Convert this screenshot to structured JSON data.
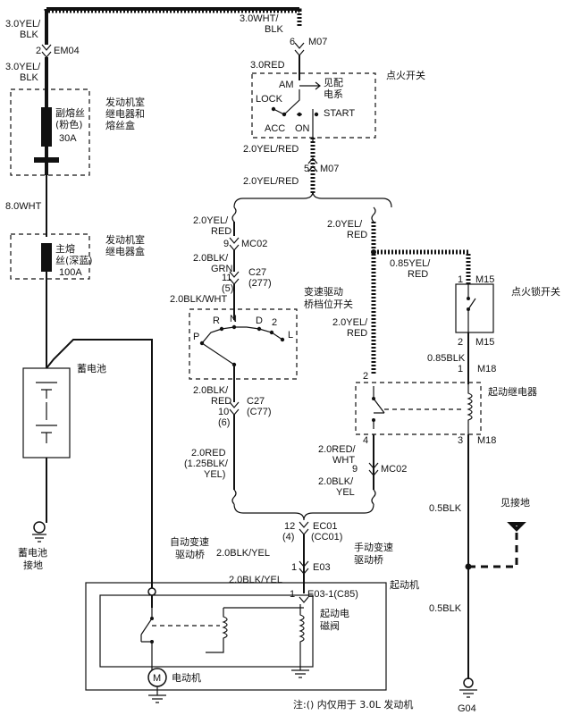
{
  "labels": {
    "w_top_left_1": "3.0YEL/",
    "w_top_left_2": "BLK",
    "em04_pin": "2",
    "em04": "EM04",
    "w_left_2a": "3.0YEL/",
    "w_left_2b": "BLK",
    "fusebox_title_1": "发动机室",
    "fusebox_title_2": "继电器和",
    "fusebox_title_3": "熔丝盒",
    "subfuse_1": "副熔丝",
    "subfuse_2": "(粉色)",
    "subfuse_3": "30A",
    "w_8wht": "8.0WHT",
    "relaybox_1": "发动机室",
    "relaybox_2": "继电器盒",
    "mainfuse_1": "主熔",
    "mainfuse_2": "丝(深蓝)",
    "mainfuse_3": "100A",
    "battery": "蓄电池",
    "battery_ground_1": "蓄电池",
    "battery_ground_2": "接地",
    "w_top_mid_1": "3.0WHT/",
    "w_top_mid_2": "BLK",
    "m07_pin_top": "6",
    "m07_top": "M07",
    "w_30red": "3.0RED",
    "ign_am": "AM",
    "ign_see_1": "见配",
    "ign_see_2": "电系",
    "ign_lock": "LOCK",
    "ign_start": "START",
    "ign_acc": "ACC",
    "ign_on": "ON",
    "ign_switch": "点火开关",
    "w_20yelred_1": "2.0YEL/RED",
    "m07_pin_bot": "5",
    "m07_bot": "M07",
    "w_20yelred_2": "2.0YEL/RED",
    "w_l_yelred_1": "2.0YEL/",
    "w_l_yelred_2": "RED",
    "mc02_pin_l": "9",
    "mc02_l": "MC02",
    "w_blkgrn_1": "2.0BLK/",
    "w_blkgrn_2": "GRN",
    "c27_pin": "11",
    "c27": "C27",
    "c27_alt_pin": "(5)",
    "c27_alt": "(277)",
    "w_blkwht": "2.0BLK/WHT",
    "tr_title_1": "变速驱动",
    "tr_title_2": "桥档位开关",
    "tr_p": "P",
    "tr_r": "R",
    "tr_n": "N",
    "tr_d": "D",
    "tr_2": "2",
    "tr_l": "L",
    "w_blkred_1": "2.0BLK/",
    "w_blkred_2": "RED",
    "c27b": "C27",
    "c27b_pin": "10",
    "c77": "(C77)",
    "c77_pin": "(6)",
    "w_20red": "2.0RED",
    "w_125blk": "(1.25BLK/",
    "w_yel_1": "YEL)",
    "w_r_yelred_1": "2.0YEL/",
    "w_r_yelred_2": "RED",
    "w_085yelred_1": "0.85YEL/",
    "w_085yelred_2": "RED",
    "m15_pin_top": "1",
    "m15_top": "M15",
    "ign_lock_switch": "点火锁开关",
    "w_r2_yelred_1": "2.0YEL/",
    "w_r2_yelred_2": "RED",
    "m15_pin_bot": "2",
    "m15_bot": "M15",
    "w_085blk": "0.85BLK",
    "m18_pin_l": "2",
    "m18_pin_r": "1",
    "m18_top": "M18",
    "starter_relay": "起动继电器",
    "m18_pin_bl": "4",
    "m18_pin_br": "3",
    "m18_bot": "M18",
    "w_redwht_1": "2.0RED/",
    "w_redwht_2": "WHT",
    "mc02_pin_r": "9",
    "mc02_r": "MC02",
    "w_blkyel_1": "2.0BLK/",
    "w_blkyel_2": "YEL",
    "w_05blk_1": "0.5BLK",
    "see_ground": "见接地",
    "w_05blk_2": "0.5BLK",
    "g04": "G04",
    "ec01_pin": "12",
    "ec01": "EC01",
    "ec01_alt_pin": "(4)",
    "ec01_alt": "(CC01)",
    "auto_trans_1": "自动变速",
    "auto_trans_2": "驱动桥",
    "manual_trans_1": "手动变速",
    "manual_trans_2": "驱动桥",
    "w_blkyel_3": "2.0BLK/YEL",
    "e03_pin": "1",
    "e03": "E03",
    "w_blkyel_4": "2.0BLK/YEL",
    "e031_pin": "1",
    "e031": "E03-1(C85)",
    "starter": "起动机",
    "solenoid_1": "起动电",
    "solenoid_2": "磁阀",
    "motor_symbol": "M",
    "motor": "电动机",
    "note": "注:() 内仅用于 3.0L 发动机"
  }
}
